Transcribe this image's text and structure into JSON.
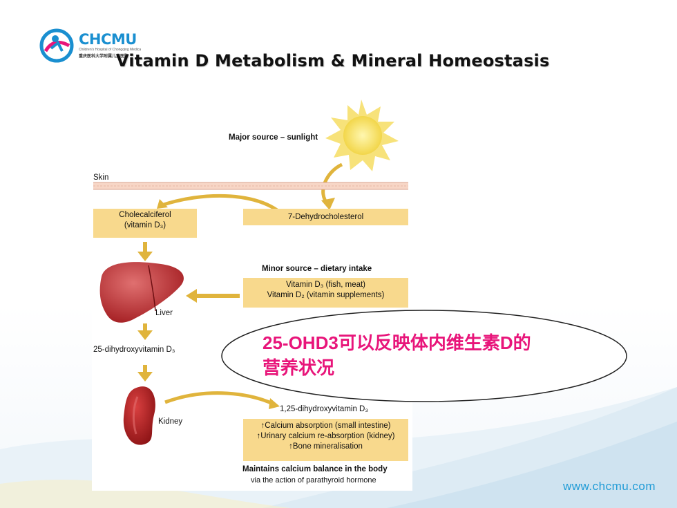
{
  "slide": {
    "title": "Vitamin D Metabolism & Mineral Homeostasis",
    "logo": {
      "brand": "CHCMU",
      "subtitle_en": "Children's Hospital of Chongqing Medical University",
      "subtitle_cn": "重庆医科大学附属儿童医院"
    },
    "website": "www.chcmu.com"
  },
  "diagram": {
    "major_source": "Major source – sunlight",
    "skin_label": "Skin",
    "cholecalciferol_line1": "Cholecalciferol",
    "cholecalciferol_line2": "(vitamin D₃)",
    "dehydro": "7-Dehydrocholesterol",
    "minor_source": "Minor source – dietary intake",
    "diet_line1": "Vitamin D₃ (fish, meat)",
    "diet_line2": "Vitamin D₂ (vitamin supplements)",
    "liver_label": "Liver",
    "metabolite_25": "25-dihydroxyvitamin D₃",
    "kidney_label": "Kidney",
    "metabolite_125": "1,25-dihydroxyvitamin D₃",
    "effects": [
      "↑Calcium absorption (small intestine)",
      "↑Urinary calcium re-absorption (kidney)",
      "↑Bone mineralisation"
    ],
    "balance_line1": "Maintains calcium balance in the body",
    "balance_line2": "via the action of parathyroid hormone"
  },
  "callout": {
    "line1": "25-OHD3可以反映体内维生素D的",
    "line2": "营养状况"
  },
  "colors": {
    "box_fill": "#f8d98d",
    "arrow": "#e0b43c",
    "callout_text": "#e8157a",
    "organ": "#b8282a",
    "brand_blue": "#1a8fd0"
  }
}
